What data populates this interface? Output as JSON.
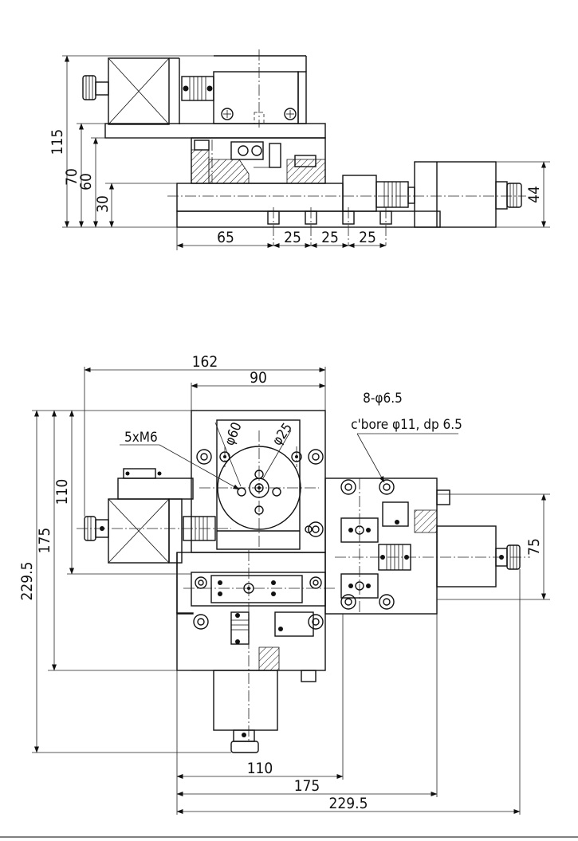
{
  "side_view": {
    "dims": {
      "h115": "115",
      "h70": "70",
      "h60": "60",
      "h30": "30",
      "h44": "44",
      "w65": "65",
      "w25a": "25",
      "w25b": "25",
      "w25c": "25"
    }
  },
  "top_view": {
    "dims": {
      "w162": "162",
      "w90": "90",
      "h110": "110",
      "h175": "175",
      "h229": "229.5",
      "h75": "75",
      "b110": "110",
      "b175": "175",
      "b229": "229.5"
    },
    "labels": {
      "phi60": "φ60",
      "phi25": "φ25",
      "tapped": "5xM6",
      "holes": "8-φ6.5",
      "cbore": "c'bore φ11, dp 6.5"
    }
  }
}
